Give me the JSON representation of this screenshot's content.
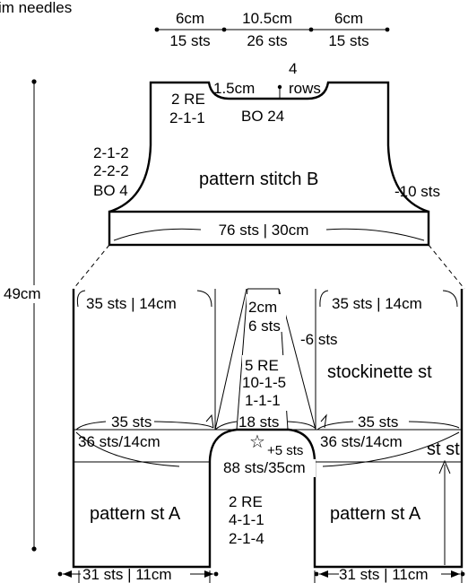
{
  "header_text": "im needles",
  "top_measurements": {
    "left": {
      "cm": "6cm",
      "sts": "15 sts"
    },
    "center": {
      "cm": "10.5cm",
      "sts": "26 sts"
    },
    "right": {
      "cm": "6cm",
      "sts": "15 sts"
    }
  },
  "yoke": {
    "neck_left": {
      "line1": "2 RE",
      "line2": "2-1-1"
    },
    "neck_center_cm": "1.5cm",
    "neck_rows": {
      "line1": "4",
      "line2": "rows"
    },
    "bind_off": "BO 24",
    "armhole_left": {
      "line1": "2-1-2",
      "line2": "2-2-2",
      "line3": "BO 4"
    },
    "armhole_right": "-10 sts",
    "stitch_label": "pattern stitch B",
    "band_label": "76 sts | 30cm"
  },
  "total_height": "49cm",
  "body": {
    "top_left": "35 sts | 14cm",
    "top_right": "35 sts | 14cm",
    "gusset_top": {
      "line1": "2cm",
      "line2": "6 sts"
    },
    "gusset_decrease": "-6 sts",
    "gusset_shaping": {
      "line1": "5 RE",
      "line2": "10-1-5",
      "line3": "1-1-1"
    },
    "stitch_label": "stockinette st",
    "row_left": "35 sts",
    "row_center": "18 sts",
    "row_right": "35 sts",
    "waist_left": "36 sts/14cm",
    "waist_right": "36 sts/14cm",
    "waist_plus": "+5 sts",
    "star_glyph": "☆",
    "direction_note": "st st",
    "total_width": "88 sts/35cm",
    "crotch_shaping": {
      "line1": "2 RE",
      "line2": "4-1-1",
      "line3": "2-1-4"
    },
    "leg_left_label": "pattern st A",
    "leg_right_label": "pattern st A"
  },
  "bottom": {
    "left": "31 sts | 11cm",
    "right": "31 sts | 11cm"
  }
}
